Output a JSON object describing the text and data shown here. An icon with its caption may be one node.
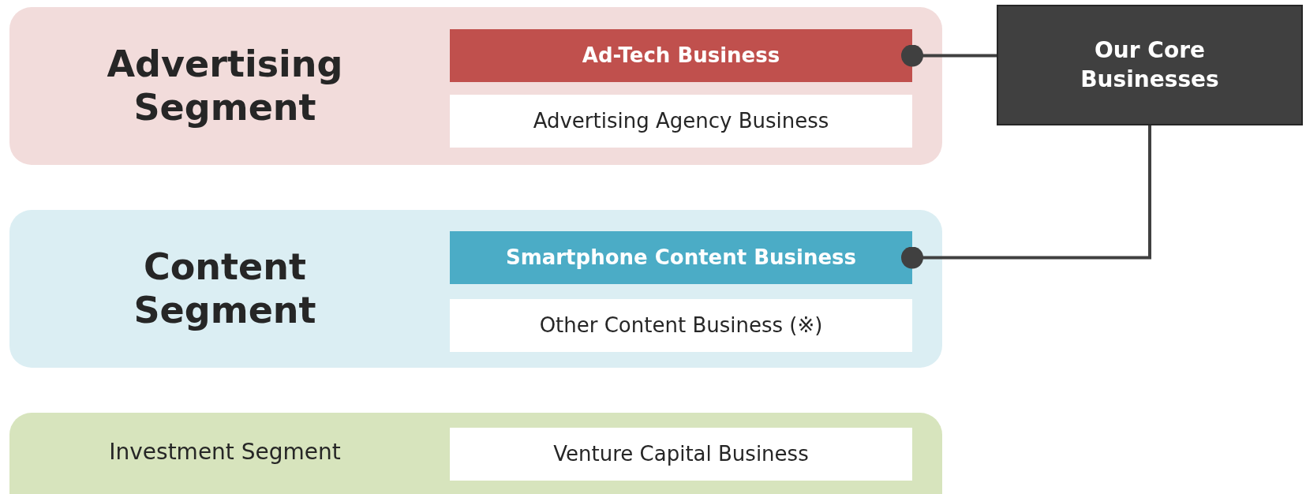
{
  "diagram": {
    "nodes": [
      {
        "text": [
          "Advertising Segment"
        ]
      },
      {
        "text": [
          "Ad-Tech Business"
        ],
        "in": 0
      },
      {
        "text": [
          "Advertising Agency Business"
        ],
        "in": 0
      },
      {
        "text": [
          "Content Segment"
        ]
      },
      {
        "text": [
          "Smartphone Content Business"
        ],
        "in": 3
      },
      {
        "text": [
          "Other Content Business (※)"
        ],
        "in": 3
      },
      {
        "text": [
          "Investment Segment"
        ]
      },
      {
        "text": [
          "Venture Capital Business"
        ],
        "in": 6
      },
      {
        "text": [
          "Our Core Businesses"
        ]
      }
    ],
    "edges": [
      {
        "from": 8,
        "to": 1,
        "arrow": "other"
      },
      {
        "from": 8,
        "to": 4,
        "arrow": "other"
      }
    ]
  }
}
